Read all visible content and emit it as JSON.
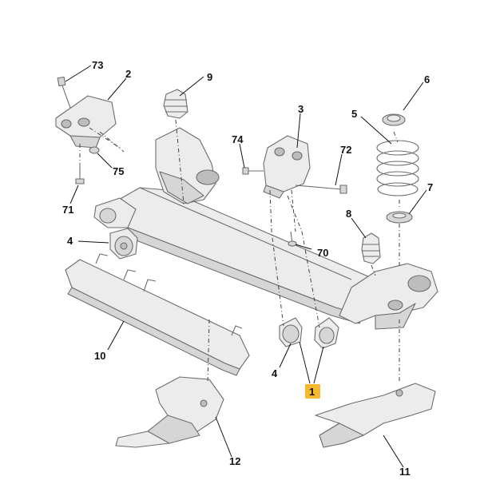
{
  "colors": {
    "part_fill": "#ececec",
    "part_shade": "#d6d6d6",
    "part_dark": "#bdbdbd",
    "outline": "#6d6d6d",
    "leader": "#111111",
    "highlight": "#f5b82e"
  },
  "callouts": [
    {
      "id": "c73",
      "text": "73"
    },
    {
      "id": "c2",
      "text": "2"
    },
    {
      "id": "c9",
      "text": "9"
    },
    {
      "id": "c6",
      "text": "6"
    },
    {
      "id": "c3",
      "text": "3"
    },
    {
      "id": "c5",
      "text": "5"
    },
    {
      "id": "c74",
      "text": "74"
    },
    {
      "id": "c72",
      "text": "72"
    },
    {
      "id": "c75",
      "text": "75"
    },
    {
      "id": "c7",
      "text": "7"
    },
    {
      "id": "c71",
      "text": "71"
    },
    {
      "id": "c8",
      "text": "8"
    },
    {
      "id": "c4a",
      "text": "4"
    },
    {
      "id": "c70",
      "text": "70"
    },
    {
      "id": "c10",
      "text": "10"
    },
    {
      "id": "c4b",
      "text": "4"
    },
    {
      "id": "c1",
      "text": "1"
    },
    {
      "id": "c12",
      "text": "12"
    },
    {
      "id": "c11",
      "text": "11"
    }
  ]
}
